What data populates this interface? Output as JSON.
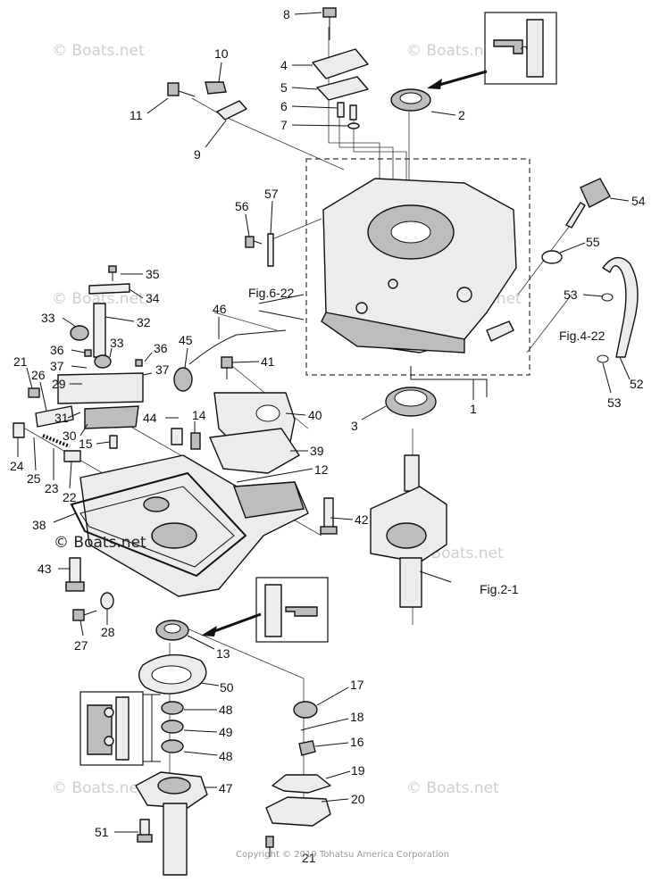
{
  "callouts": [
    {
      "id": "p8",
      "text": "8"
    },
    {
      "id": "p4",
      "text": "4"
    },
    {
      "id": "p5",
      "text": "5"
    },
    {
      "id": "p6",
      "text": "6"
    },
    {
      "id": "p7",
      "text": "7"
    },
    {
      "id": "p2",
      "text": "2"
    },
    {
      "id": "p10",
      "text": "10"
    },
    {
      "id": "p11",
      "text": "11"
    },
    {
      "id": "p9",
      "text": "9"
    },
    {
      "id": "p54",
      "text": "54"
    },
    {
      "id": "p55",
      "text": "55"
    },
    {
      "id": "p56",
      "text": "56"
    },
    {
      "id": "p57",
      "text": "57"
    },
    {
      "id": "p53a",
      "text": "53"
    },
    {
      "id": "p35",
      "text": "35"
    },
    {
      "id": "p34",
      "text": "34"
    },
    {
      "id": "p33a",
      "text": "33"
    },
    {
      "id": "p32",
      "text": "32"
    },
    {
      "id": "p33b",
      "text": "33"
    },
    {
      "id": "p46",
      "text": "46"
    },
    {
      "id": "p36a",
      "text": "36"
    },
    {
      "id": "p36b",
      "text": "36"
    },
    {
      "id": "p37a",
      "text": "37"
    },
    {
      "id": "p37b",
      "text": "37"
    },
    {
      "id": "p45",
      "text": "45"
    },
    {
      "id": "p41",
      "text": "41"
    },
    {
      "id": "p21a",
      "text": "21"
    },
    {
      "id": "p26",
      "text": "26"
    },
    {
      "id": "p29",
      "text": "29"
    },
    {
      "id": "p31",
      "text": "31"
    },
    {
      "id": "p30",
      "text": "30"
    },
    {
      "id": "p44",
      "text": "44"
    },
    {
      "id": "p14",
      "text": "14"
    },
    {
      "id": "p40",
      "text": "40"
    },
    {
      "id": "p52",
      "text": "52"
    },
    {
      "id": "p53b",
      "text": "53"
    },
    {
      "id": "p1",
      "text": "1"
    },
    {
      "id": "p3",
      "text": "3"
    },
    {
      "id": "p24",
      "text": "24"
    },
    {
      "id": "p25",
      "text": "25"
    },
    {
      "id": "p23",
      "text": "23"
    },
    {
      "id": "p15",
      "text": "15"
    },
    {
      "id": "p22",
      "text": "22"
    },
    {
      "id": "p39",
      "text": "39"
    },
    {
      "id": "p12",
      "text": "12"
    },
    {
      "id": "p38",
      "text": "38"
    },
    {
      "id": "p42",
      "text": "42"
    },
    {
      "id": "p43",
      "text": "43"
    },
    {
      "id": "p27",
      "text": "27"
    },
    {
      "id": "p28",
      "text": "28"
    },
    {
      "id": "p13",
      "text": "13"
    },
    {
      "id": "p50",
      "text": "50"
    },
    {
      "id": "p17",
      "text": "17"
    },
    {
      "id": "p48a",
      "text": "48"
    },
    {
      "id": "p49",
      "text": "49"
    },
    {
      "id": "p18",
      "text": "18"
    },
    {
      "id": "p16",
      "text": "16"
    },
    {
      "id": "p48b",
      "text": "48"
    },
    {
      "id": "p19",
      "text": "19"
    },
    {
      "id": "p47",
      "text": "47"
    },
    {
      "id": "p20",
      "text": "20"
    },
    {
      "id": "p51",
      "text": "51"
    },
    {
      "id": "p21b",
      "text": "21"
    }
  ],
  "figure_refs": {
    "fig6": "Fig.6-22",
    "fig4": "Fig.4-22",
    "fig2": "Fig.2-1"
  },
  "watermark": {
    "text": "© Boats.net",
    "copyright": "Copyright © 2019 Tohatsu America Corporation"
  }
}
